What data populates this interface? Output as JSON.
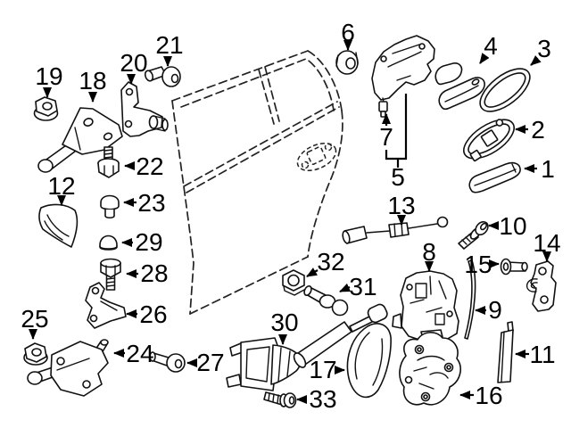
{
  "figure": {
    "background_color": "#ffffff",
    "line_color": "#000000"
  },
  "callouts": [
    {
      "num": "1"
    },
    {
      "num": "2"
    },
    {
      "num": "3"
    },
    {
      "num": "4"
    },
    {
      "num": "5"
    },
    {
      "num": "6"
    },
    {
      "num": "7"
    },
    {
      "num": "8"
    },
    {
      "num": "9"
    },
    {
      "num": "10"
    },
    {
      "num": "11"
    },
    {
      "num": "12"
    },
    {
      "num": "13"
    },
    {
      "num": "14"
    },
    {
      "num": "15"
    },
    {
      "num": "16"
    },
    {
      "num": "17"
    },
    {
      "num": "18"
    },
    {
      "num": "19"
    },
    {
      "num": "20"
    },
    {
      "num": "21"
    },
    {
      "num": "22"
    },
    {
      "num": "23"
    },
    {
      "num": "24"
    },
    {
      "num": "25"
    },
    {
      "num": "26"
    },
    {
      "num": "27"
    },
    {
      "num": "28"
    },
    {
      "num": "29"
    },
    {
      "num": "30"
    },
    {
      "num": "31"
    },
    {
      "num": "32"
    },
    {
      "num": "33"
    }
  ]
}
